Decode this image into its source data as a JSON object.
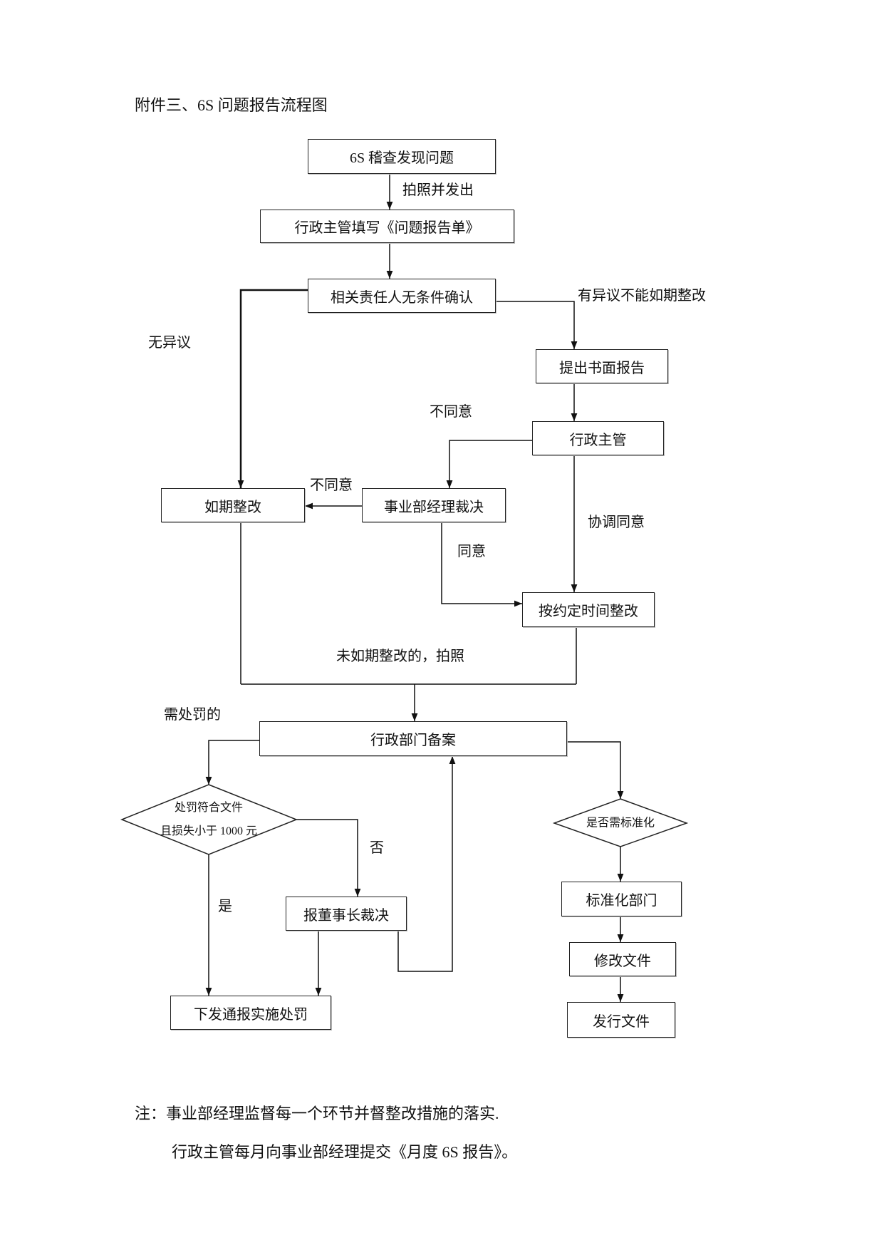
{
  "title": "附件三、6S 问题报告流程图",
  "nodes": {
    "inspect": "6S 稽查发现问题",
    "fill_report": "行政主管填写《问题报告单》",
    "confirm": "相关责任人无条件确认",
    "written_report": "提出书面报告",
    "admin_supervisor": "行政主管",
    "rectify_on_time": "如期整改",
    "manager_ruling": "事业部经理裁决",
    "rectify_agreed_time": "按约定时间整改",
    "admin_filing": "行政部门备案",
    "penalty_check": [
      "处罚符合文件",
      "且损失小于 1000 元"
    ],
    "chairman_ruling": "报董事长裁决",
    "issue_penalty": "下发通报实施处罚",
    "standardize_check": "是否需标准化",
    "standardization_dept": "标准化部门",
    "revise_doc": "修改文件",
    "publish_doc": "发行文件"
  },
  "edge_labels": {
    "photo_and_send": "拍照并发出",
    "disputed": "有异议不能如期整改",
    "no_dispute": "无异议",
    "disagree_supervisor": "不同意",
    "disagree_manager": "不同意",
    "coordinated_agree": "协调同意",
    "agree": "同意",
    "overdue_photo": "未如期整改的，拍照",
    "needs_penalty": "需处罚的",
    "no": "否",
    "yes": "是"
  },
  "notes": [
    "注：事业部经理监督每一个环节并督整改措施的落实.",
    "行政主管每月向事业部经理提交《月度 6S 报告》。"
  ]
}
